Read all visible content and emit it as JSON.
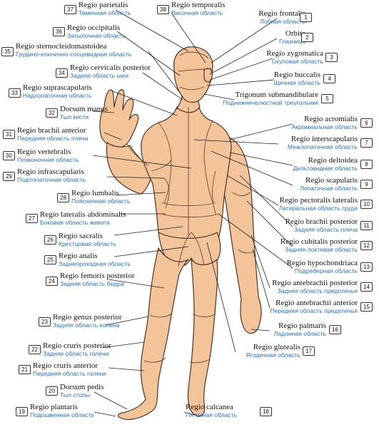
{
  "labels": [
    {
      "n": "1",
      "latin": "Regio frontalis",
      "russian": "Лобная область"
    },
    {
      "n": "2",
      "latin": "Orbita",
      "russian": "Глазница"
    },
    {
      "n": "3",
      "latin": "Regio zygomatica",
      "russian": "Скуловая область"
    },
    {
      "n": "4",
      "latin": "Regio buccalis",
      "russian": "Щечная область"
    },
    {
      "n": "5",
      "latin": "Trigonum submandibulare",
      "russian": "Поднижнечелюстной треугольник"
    },
    {
      "n": "6",
      "latin": "Regio acromialis",
      "russian": "Акромиальная область"
    },
    {
      "n": "7",
      "latin": "Regio interscapularis",
      "russian": "Межлопаточная область"
    },
    {
      "n": "8",
      "latin": "Regio deltoidea",
      "russian": "Дельтовидная область"
    },
    {
      "n": "9",
      "latin": "Regio scapularis",
      "russian": "Лопаточная область"
    },
    {
      "n": "10",
      "latin": "Regio pectoralis lateralis",
      "russian": "Латеральная область груди"
    },
    {
      "n": "11",
      "latin": "Regio brachii posterior",
      "russian": "Задняя область плеча"
    },
    {
      "n": "12",
      "latin": "Regio cubitalis posterior",
      "russian": "Задняя локтевая область"
    },
    {
      "n": "13",
      "latin": "Regio hypochondriaca",
      "russian": "Подреберная область"
    },
    {
      "n": "14",
      "latin": "Regio antebrachii posterior",
      "russian": "Задняя область предплечья"
    },
    {
      "n": "15",
      "latin": "Regio antebrachii anterior",
      "russian": "Передняя область предплечья"
    },
    {
      "n": "16",
      "latin": "Regio palmaris",
      "russian": "Ладонная область"
    },
    {
      "n": "17",
      "latin": "Regio glutealis",
      "russian": "Ягодичная область"
    },
    {
      "n": "18",
      "latin": "Regio calcanea",
      "russian": "Пяточная область"
    },
    {
      "n": "19",
      "latin": "Regio plantaris",
      "russian": "Подошвенная область"
    },
    {
      "n": "20",
      "latin": "Dorsum pedis",
      "russian": "Тыл стопы"
    },
    {
      "n": "21",
      "latin": "Regio cruris anterior",
      "russian": "Передняя область голени"
    },
    {
      "n": "22",
      "latin": "Regio cruris posterior",
      "russian": "Задняя область голени"
    },
    {
      "n": "23",
      "latin": "Regio genus posterior",
      "russian": "Задняя область колена"
    },
    {
      "n": "24",
      "latin": "Regio femoris posterior",
      "russian": "Задняя область бедра"
    },
    {
      "n": "25",
      "latin": "Regio analis",
      "russian": "Заднепроходная область"
    },
    {
      "n": "26",
      "latin": "Regio sacralis",
      "russian": "Крестцовая область"
    },
    {
      "n": "27",
      "latin": "Regio lateralis abdominalis",
      "russian": "Боковая область живота"
    },
    {
      "n": "28",
      "latin": "Regio lumbalis",
      "russian": "Поясничная область"
    },
    {
      "n": "29",
      "latin": "Regio infrascapularis",
      "russian": "Подлопаточная область"
    },
    {
      "n": "30",
      "latin": "Regio vertebralis",
      "russian": "Позвоночная область"
    },
    {
      "n": "31",
      "latin": "Regio brachii anterior",
      "russian": "Передняя область плеча"
    },
    {
      "n": "32",
      "latin": "Dorsum manus",
      "russian": "Тыл кисти"
    },
    {
      "n": "33",
      "latin": "Regio suprascapularis",
      "russian": "Надлопаточная область"
    },
    {
      "n": "34",
      "latin": "Regio cervicalis posterior",
      "russian": "Задняя область шеи"
    },
    {
      "n": "35",
      "latin": "Regio sternocleidomastoidea",
      "russian": "Грудино-ключично-сосцевидная область"
    },
    {
      "n": "36",
      "latin": "Regio occipitalis",
      "russian": "Затылочная область"
    },
    {
      "n": "37",
      "latin": "Regio parietalis",
      "russian": "Теменная область"
    },
    {
      "n": "38",
      "latin": "Regio temporalis",
      "russian": "Височная область"
    }
  ],
  "colors": {
    "skin": "#f3c49a",
    "skin_outline": "#4a3426",
    "region_line": "#6b4a34",
    "leader_line": "#222222",
    "latin_text": "#111111",
    "russian_text": "#2d6cb5",
    "badge_border": "#333333"
  }
}
